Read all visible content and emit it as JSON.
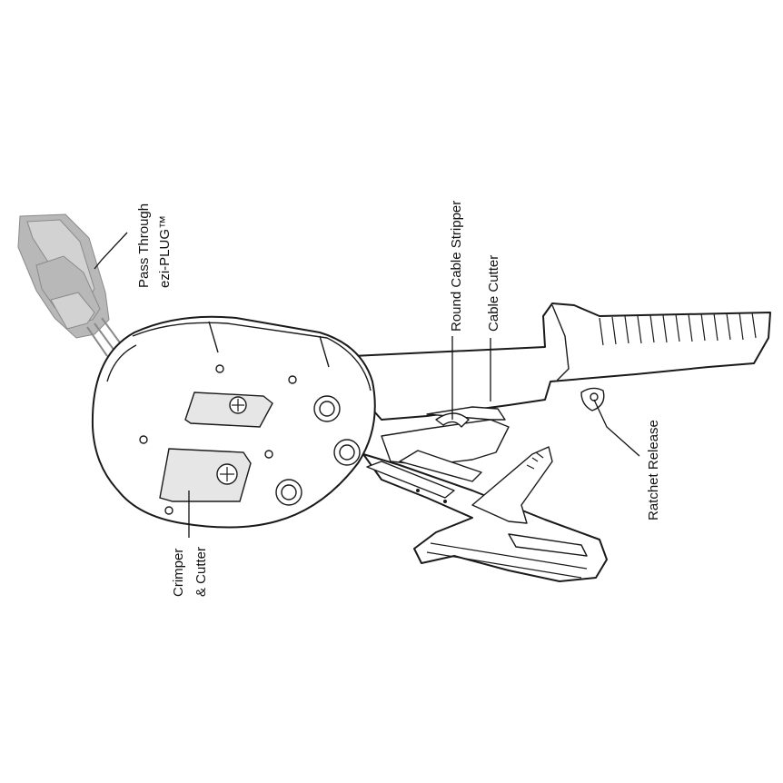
{
  "labels": {
    "pass_through_line1": "Pass Through",
    "pass_through_line2": "ezi-PLUG™",
    "round_cable_stripper": "Round Cable Stripper",
    "cable_cutter": "Cable Cutter",
    "ratchet_release": "Ratchet Release",
    "crimper_line1": "Crimper",
    "crimper_line2": "& Cutter"
  }
}
